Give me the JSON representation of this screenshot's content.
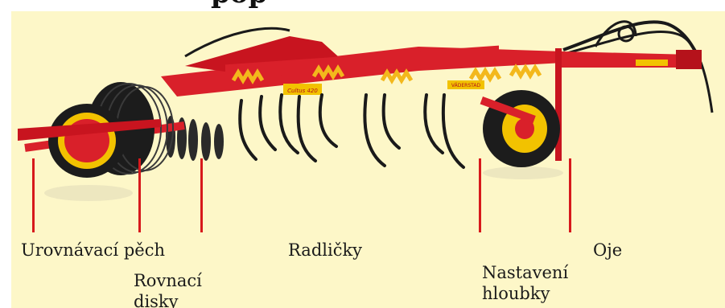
{
  "title_fragment": "pop",
  "machine_decals": {
    "model": "Cultus 420",
    "brand": "VÄDERSTAD"
  },
  "colors": {
    "background": "#fdf7c8",
    "marker": "#d7191c",
    "frame": "#d9202a",
    "spring": "#f3b81c",
    "tyre": "#1c1c1c",
    "rim": "#f2c200"
  },
  "labels": {
    "leveling_roller": "Urovnávací pěch",
    "leveling_discs_line1": "Rovnací",
    "leveling_discs_line2": "disky",
    "tines": "Radličky",
    "depth_line1": "Nastavení",
    "depth_line2": "hloubky",
    "drawbar": "Oje"
  }
}
